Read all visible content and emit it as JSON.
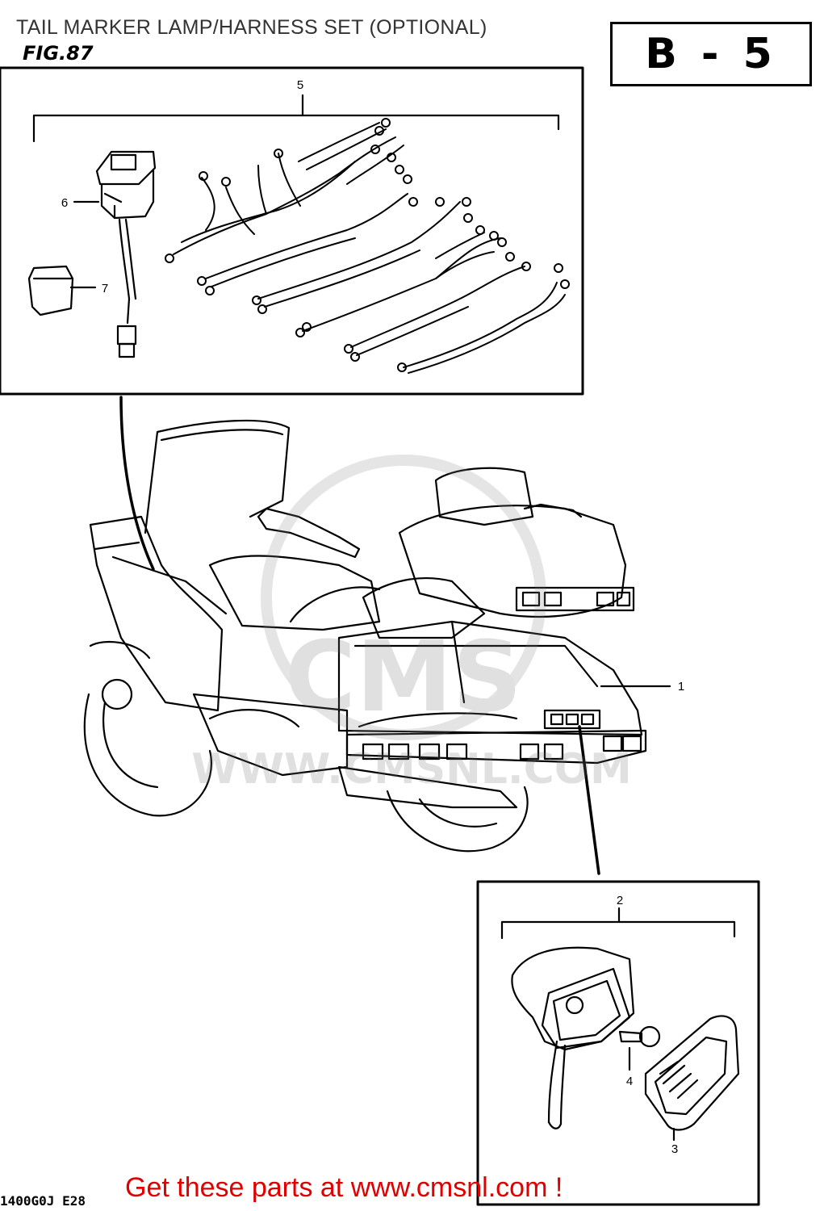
{
  "header": {
    "title": "TAIL MARKER LAMP/HARNESS SET (OPTIONAL)",
    "figure": "FIG.87",
    "section": "B - 5"
  },
  "callouts": {
    "p1": "1",
    "p2": "2",
    "p3": "3",
    "p4": "4",
    "p5": "5",
    "p6": "6",
    "p7": "7"
  },
  "watermark": {
    "text": "WWW.CMSNL.COM"
  },
  "footer": {
    "code": "1400G0J E28",
    "link_text": "Get these parts at www.cmsnl.com !"
  }
}
